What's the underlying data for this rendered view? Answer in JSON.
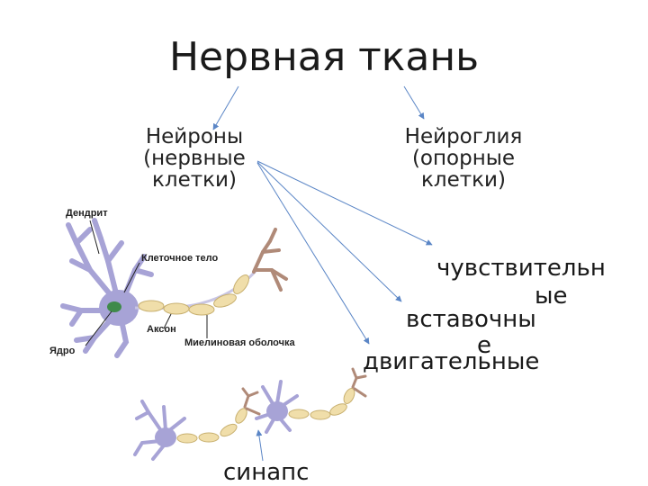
{
  "title": "Нервная ткань",
  "left_branch": {
    "lines": [
      "Нейроны",
      "(нервные",
      "клетки)"
    ]
  },
  "right_branch": {
    "lines": [
      "Нейроглия",
      "(опорные",
      "клетки)"
    ]
  },
  "neuron_types": {
    "sensory": {
      "line1": "чувствительн",
      "line2": "ые"
    },
    "inter": {
      "line1": "вставочны",
      "line2": "е"
    },
    "motor": "двигательные"
  },
  "neuron_labels": {
    "dendrite": "Дендрит",
    "cell_body": "Клеточное тело",
    "axon": "Аксон",
    "myelin": "Миелиновая оболочка",
    "nucleus": "Ядро"
  },
  "synapse_label": "синапс",
  "colors": {
    "arrow": "#5b86c6",
    "cell": "#a7a3d6",
    "myelin": "#f0deaa",
    "dendrite_tip": "#b08a78",
    "nucleus": "#3f8a4a"
  }
}
